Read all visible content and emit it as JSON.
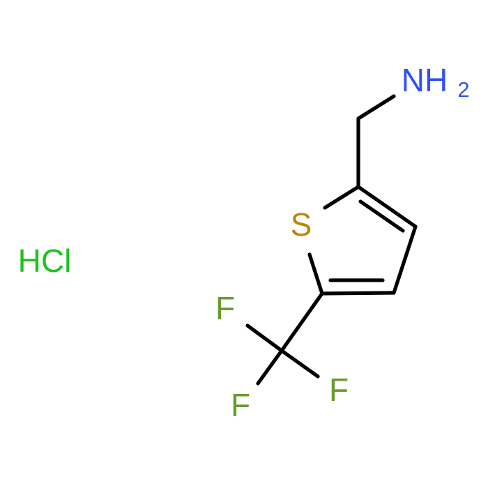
{
  "molecule": {
    "atoms": {
      "amine_n": "NH",
      "amine_h_subscript": "2",
      "ring_s": "S",
      "fluorine_1": "F",
      "fluorine_2": "F",
      "fluorine_3": "F",
      "salt": "HCl"
    },
    "colors": {
      "bond": "#000000",
      "nitrogen": "#3050f8",
      "sulfur": "#b8860b",
      "fluorine": "#6a9a2f",
      "chlorine_salt": "#1fc21f"
    }
  }
}
